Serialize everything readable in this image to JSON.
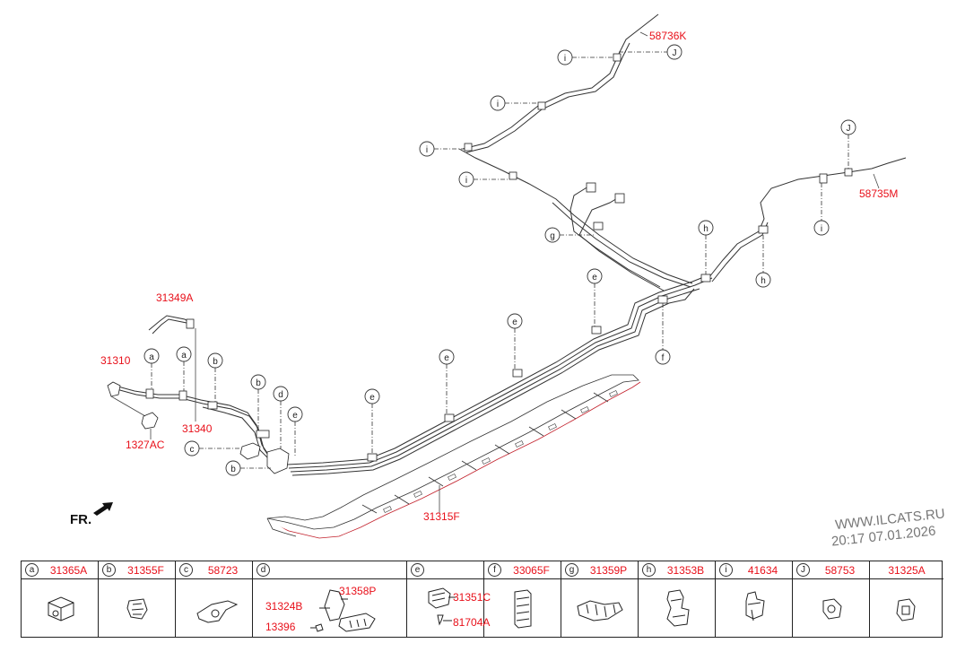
{
  "diagram": {
    "parts": {
      "p58736K": "58736K",
      "p58735M": "58735M",
      "p31349A": "31349A",
      "p31310": "31310",
      "p31340": "31340",
      "p1327AC": "1327AC",
      "p31315F": "31315F"
    },
    "callouts": {
      "a": "a",
      "b": "b",
      "c": "c",
      "d": "d",
      "e": "e",
      "f": "f",
      "g": "g",
      "h": "h",
      "i": "i",
      "j": "J"
    },
    "direction_label": "FR.",
    "watermark_line1": "WWW.ILCATS.RU",
    "watermark_line2": "20:17 07.01.2026"
  },
  "legend": [
    {
      "letter": "a",
      "part": "31365A"
    },
    {
      "letter": "b",
      "part": "31355F"
    },
    {
      "letter": "c",
      "part": "58723"
    },
    {
      "letter": "d",
      "part": "",
      "sub_parts": {
        "s1": "31324B",
        "s2": "31358P",
        "s3": "13396"
      }
    },
    {
      "letter": "e",
      "part": "",
      "sub_parts": {
        "s1": "31351C",
        "s2": "81704A"
      }
    },
    {
      "letter": "f",
      "part": "33065F"
    },
    {
      "letter": "g",
      "part": "31359P"
    },
    {
      "letter": "h",
      "part": "31353B"
    },
    {
      "letter": "i",
      "part": "41634"
    },
    {
      "letter": "J",
      "part": "58753"
    },
    {
      "letter": "",
      "part": "31325A"
    }
  ]
}
